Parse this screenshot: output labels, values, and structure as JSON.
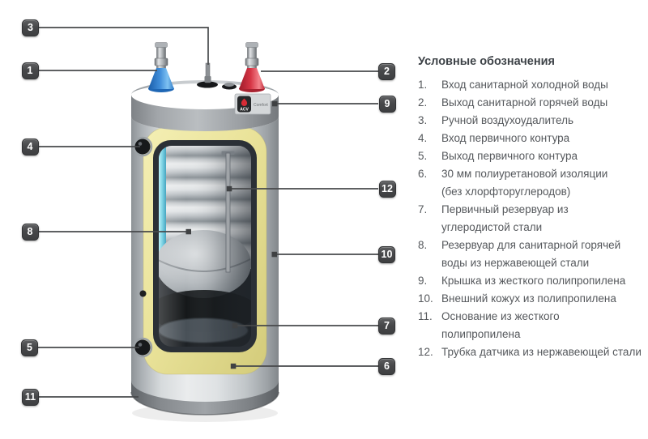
{
  "product_label": {
    "brand": "ACV",
    "tagline": "Comfort"
  },
  "callouts": [
    {
      "number": "1"
    },
    {
      "number": "2"
    },
    {
      "number": "3"
    },
    {
      "number": "4"
    },
    {
      "number": "5"
    },
    {
      "number": "6"
    },
    {
      "number": "7"
    },
    {
      "number": "8"
    },
    {
      "number": "9"
    },
    {
      "number": "10"
    },
    {
      "number": "11"
    },
    {
      "number": "12"
    }
  ],
  "legend": {
    "title": "Условные обозначения",
    "items": [
      {
        "number": "1.",
        "text": "Вход санитарной холодной воды"
      },
      {
        "number": "2.",
        "text": "Выход санитарной горячей воды"
      },
      {
        "number": "3.",
        "text": "Ручной воздухоудалитель"
      },
      {
        "number": "4.",
        "text": "Вход первичного контура"
      },
      {
        "number": "5.",
        "text": "Выход первичного контура"
      },
      {
        "number": "6.",
        "text": "30 мм полиуретановой изоляции\n(без хлорфторуглеродов)"
      },
      {
        "number": "7.",
        "text": "Первичный резервуар из\nуглеродистой стали"
      },
      {
        "number": "8.",
        "text": "Резервуар для санитарной горячей\nводы из нержавеющей стали"
      },
      {
        "number": "9.",
        "text": "Крышка из жесткого полипропилена"
      },
      {
        "number": "10.",
        "text": "Внешний кожух из полипропилена"
      },
      {
        "number": "11.",
        "text": "Основание из жесткого\nполипропилена"
      },
      {
        "number": "12.",
        "text": "Трубка датчика из нержавеющей стали"
      }
    ]
  },
  "colors": {
    "insulation_yellow": "#EAE295",
    "cold_water_blue": "#2E7BC8",
    "hot_water_red": "#D63545",
    "inner_tank_teal": "#56C3DA",
    "callout_dark": "#47494B"
  }
}
